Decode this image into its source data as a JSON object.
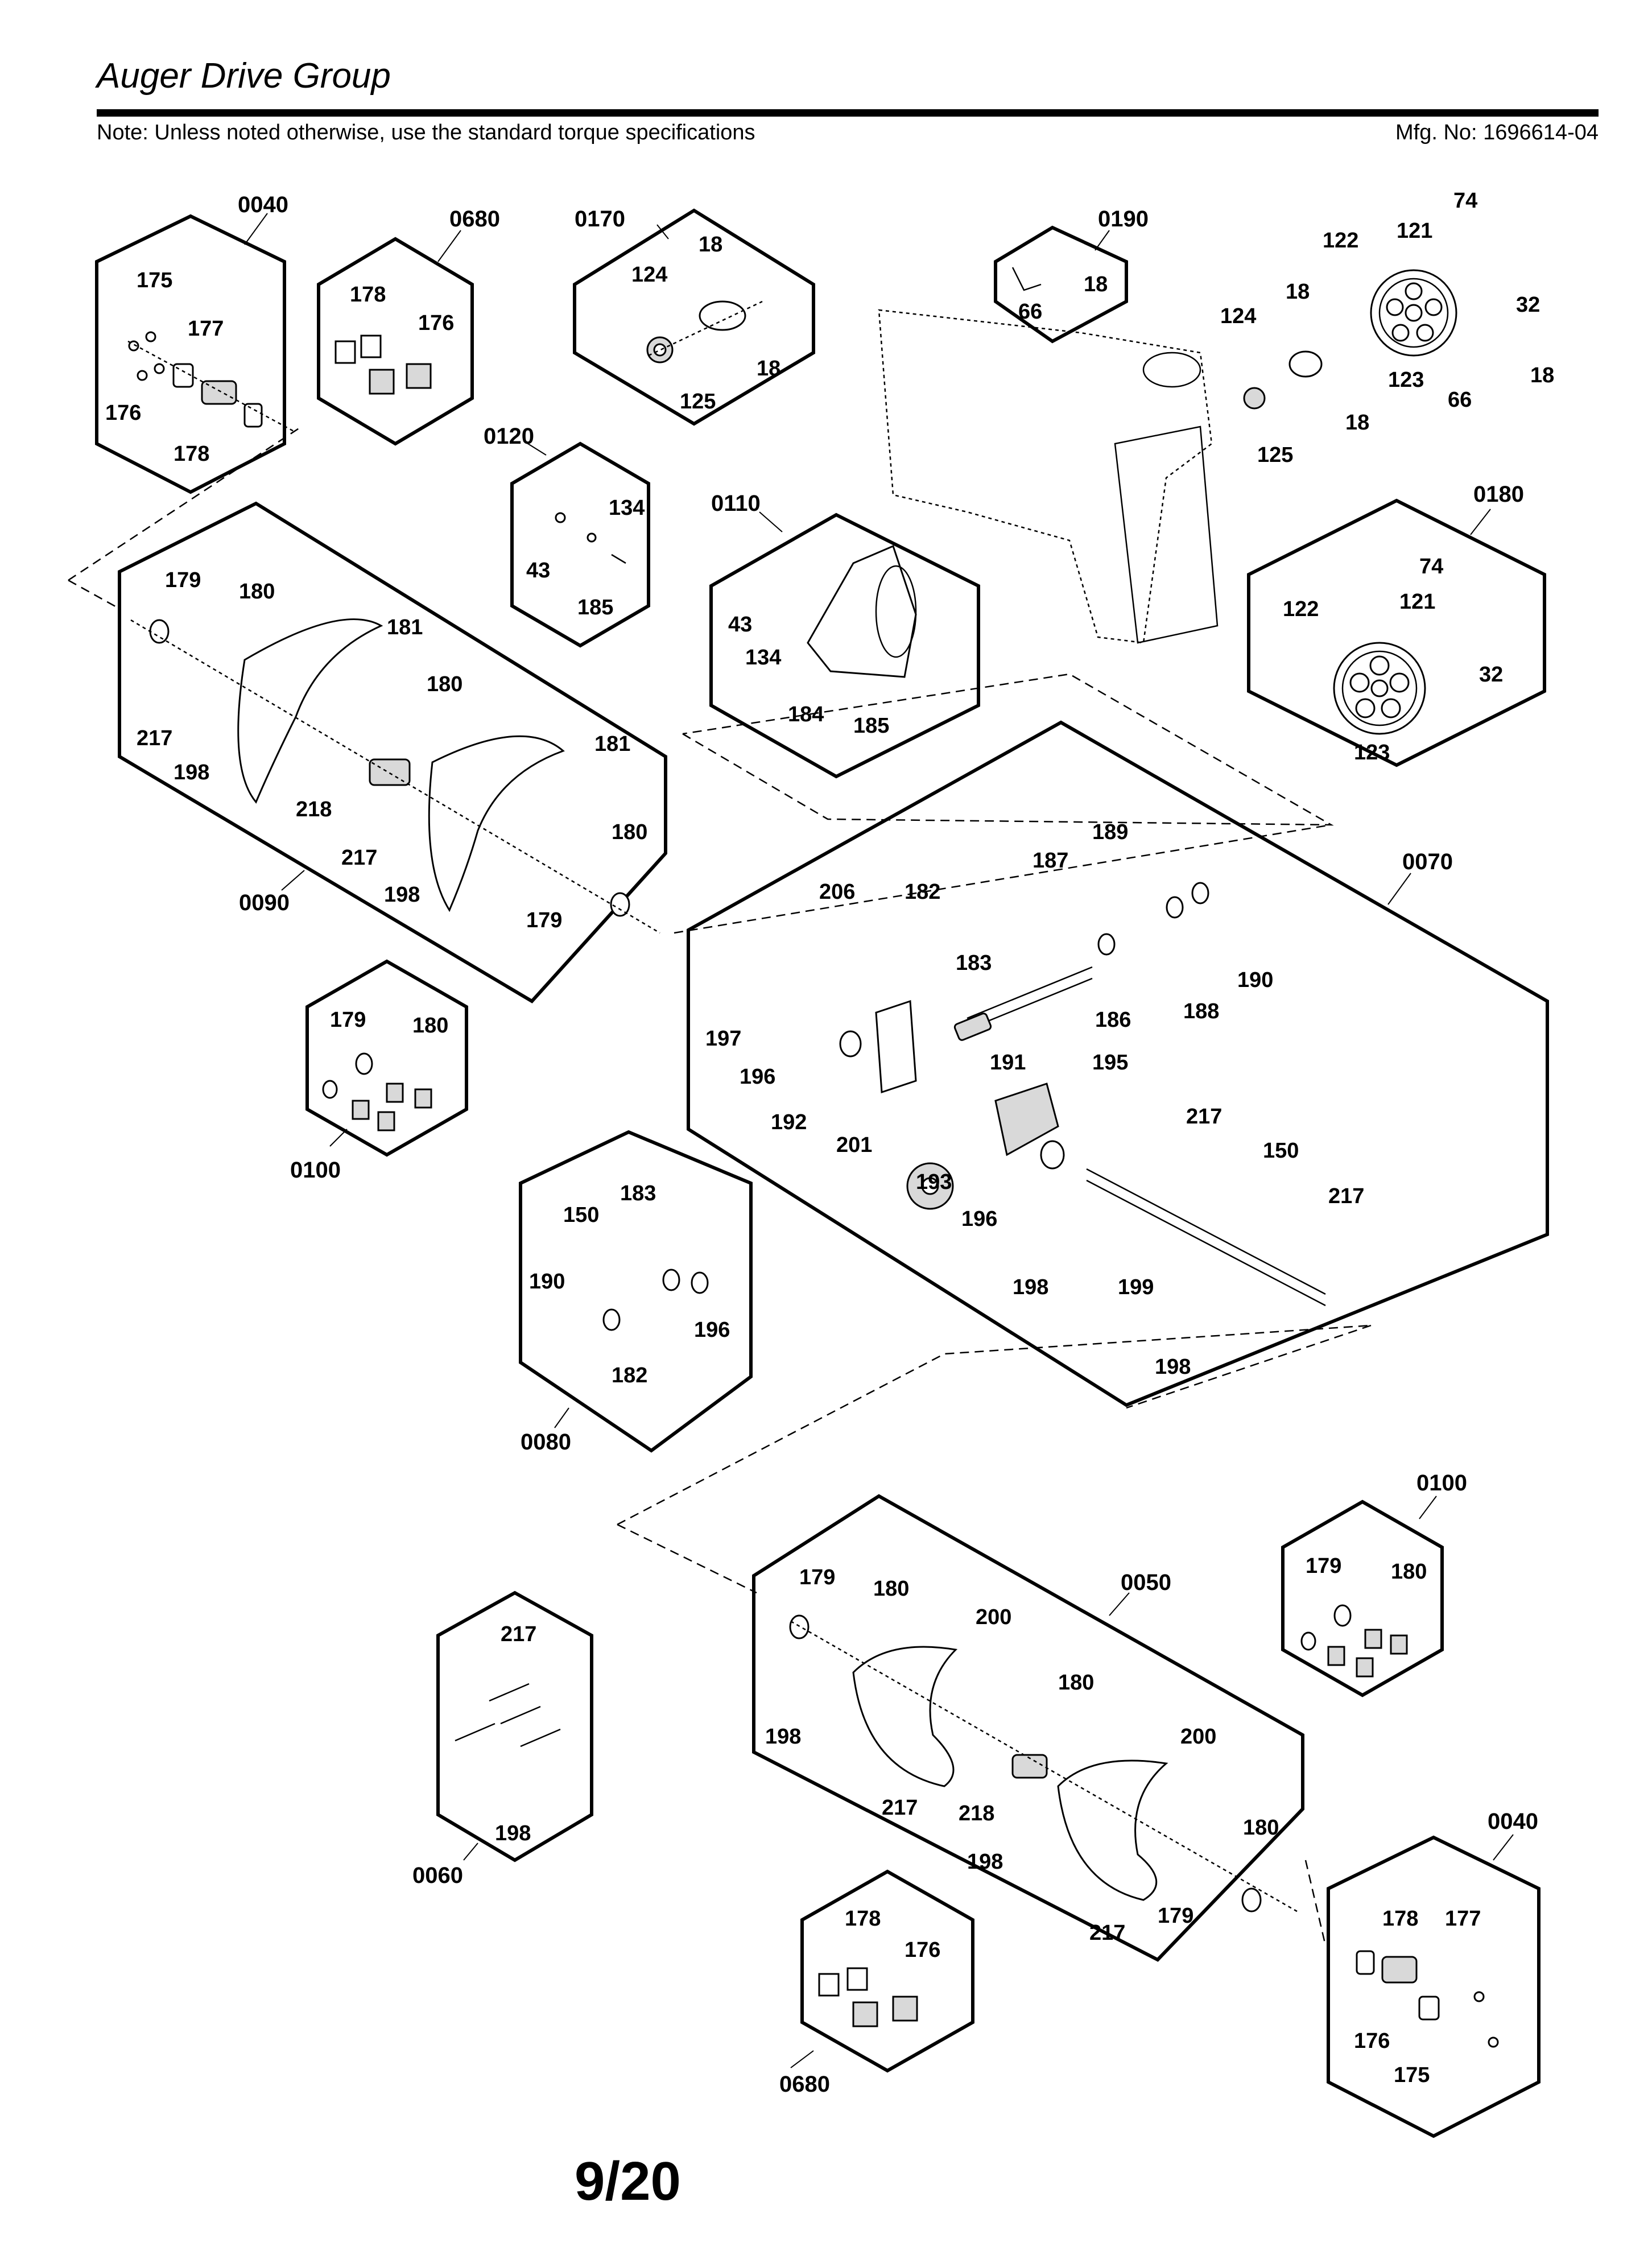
{
  "header": {
    "title": "Auger Drive Group",
    "note": "Note: Unless noted otherwise, use the standard torque specifications",
    "mfg_no": "Mfg. No: 1696614-04"
  },
  "page_number": "9/20",
  "groups": {
    "g0040a": "0040",
    "g0680a": "0680",
    "g0170": "0170",
    "g0190": "0190",
    "g0120": "0120",
    "g0110": "0110",
    "g0180": "0180",
    "g0090": "0090",
    "g0070": "0070",
    "g0100a": "0100",
    "g0080": "0080",
    "g0100b": "0100",
    "g0050": "0050",
    "g0060": "0060",
    "g0040b": "0040",
    "g0680b": "0680"
  },
  "labels": {
    "l175a": "175",
    "l177a": "177",
    "l176a": "176",
    "l178a": "178",
    "l178b": "178",
    "l176b": "176",
    "l18a": "18",
    "l124a": "124",
    "l125a": "125",
    "l18b": "18",
    "l18c": "18",
    "l66a": "66",
    "l74a": "74",
    "l121a": "121",
    "l122a": "122",
    "l32a": "32",
    "l18d": "18",
    "l124b": "124",
    "l123a": "123",
    "l18e": "18",
    "l66b": "66",
    "l18f": "18",
    "l125b": "125",
    "l134a": "134",
    "l43a": "43",
    "l185a": "185",
    "l43b": "43",
    "l134b": "134",
    "l184": "184",
    "l185b": "185",
    "l74b": "74",
    "l122b": "122",
    "l121b": "121",
    "l32b": "32",
    "l123b": "123",
    "l179a": "179",
    "l180a": "180",
    "l181a": "181",
    "l180b": "180",
    "l217a": "217",
    "l198a": "198",
    "l218a": "218",
    "l181b": "181",
    "l217b": "217",
    "l198b": "198",
    "l180c": "180",
    "l179b": "179",
    "l179c": "179",
    "l180d": "180",
    "l206": "206",
    "l182a": "182",
    "l187": "187",
    "l189": "189",
    "l183a": "183",
    "l186": "186",
    "l188": "188",
    "l190a": "190",
    "l197": "197",
    "l196a": "196",
    "l191": "191",
    "l195": "195",
    "l192": "192",
    "l201": "201",
    "l193": "193",
    "l217c": "217",
    "l150a": "150",
    "l196b": "196",
    "l217d": "217",
    "l198c": "198",
    "l199": "199",
    "l198d": "198",
    "l183b": "183",
    "l150b": "150",
    "l190b": "190",
    "l196c": "196",
    "l182b": "182",
    "l179d": "179",
    "l180e": "180",
    "l179e": "179",
    "l180f": "180",
    "l200a": "200",
    "l180g": "180",
    "l198e": "198",
    "l200b": "200",
    "l217e": "217",
    "l218b": "218",
    "l180h": "180",
    "l198f": "198",
    "l217f": "217",
    "l179f": "179",
    "l217g": "217",
    "l198g": "198",
    "l178c": "178",
    "l177b": "177",
    "l176c": "176",
    "l175b": "175",
    "l178d": "178",
    "l176d": "176"
  }
}
